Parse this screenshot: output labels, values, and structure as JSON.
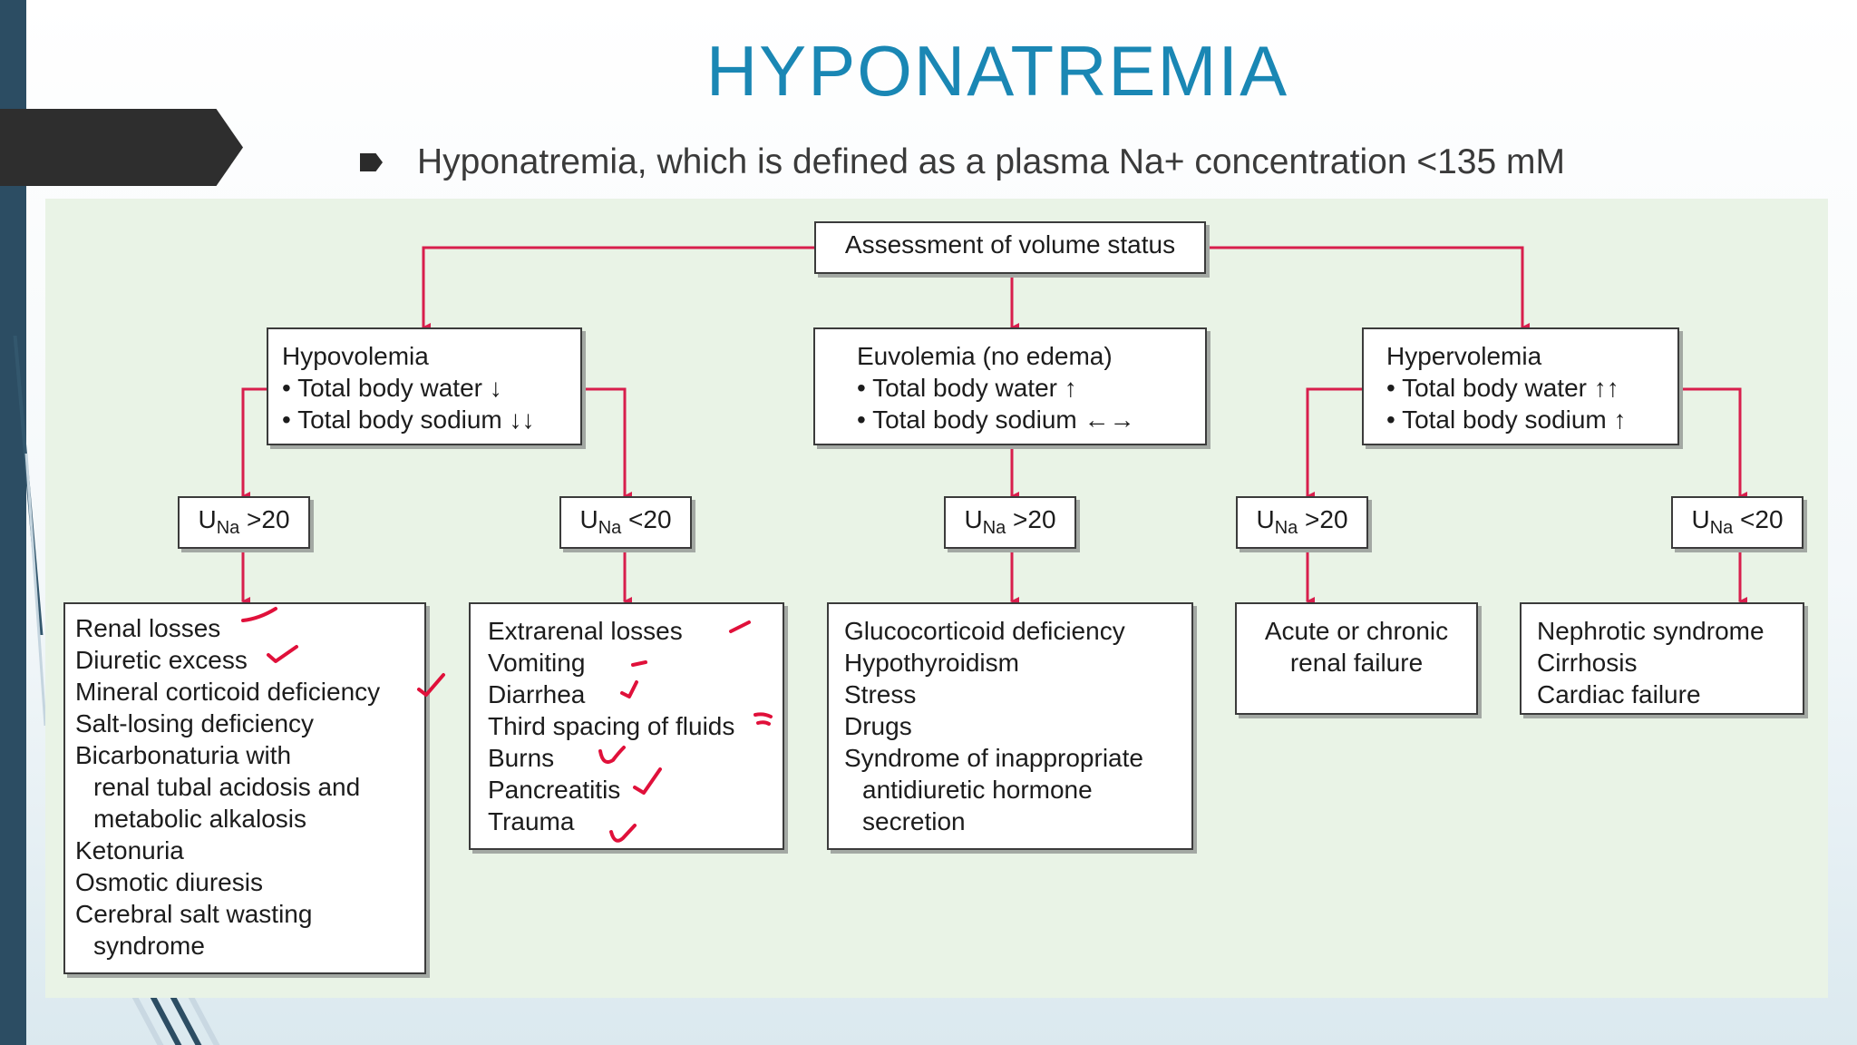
{
  "slide": {
    "title": "HYPONATREMIA",
    "bullet": "Hyponatremia, which is defined as a plasma Na+ concentration <135 mM"
  },
  "diagram": {
    "root": "Assessment of volume status",
    "una_prefix": "U",
    "una_sub": "Na",
    "hypovolemia": {
      "title": "Hypovolemia",
      "lines": [
        "• Total body water ↓",
        "• Total body sodium ↓↓"
      ],
      "una_high": ">20",
      "una_low": "<20",
      "renal_causes": [
        "Renal losses",
        "Diuretic excess",
        "Mineral corticoid deficiency",
        "Salt-losing deficiency",
        "Bicarbonaturia with",
        "renal tubal acidosis and",
        "metabolic alkalosis",
        "Ketonuria",
        "Osmotic diuresis",
        "Cerebral salt wasting",
        "syndrome"
      ],
      "extrarenal_causes": [
        "Extrarenal losses",
        "Vomiting",
        "Diarrhea",
        "Third spacing of fluids",
        "Burns",
        "Pancreatitis",
        "Trauma"
      ]
    },
    "euvolemia": {
      "title": "Euvolemia (no edema)",
      "lines": [
        "• Total body water ↑",
        "• Total body sodium ←→"
      ],
      "una_high": ">20",
      "causes": [
        "Glucocorticoid deficiency",
        "Hypothyroidism",
        "Stress",
        "Drugs",
        "Syndrome of inappropriate",
        "antidiuretic hormone",
        "secretion"
      ]
    },
    "hypervolemia": {
      "title": "Hypervolemia",
      "lines": [
        "• Total body water ↑↑",
        "• Total body sodium ↑"
      ],
      "una_high": ">20",
      "una_low": "<20",
      "renal_causes": [
        "Acute or chronic",
        "renal failure"
      ],
      "other_causes": [
        "Nephrotic syndrome",
        "Cirrhosis",
        "Cardiac failure"
      ]
    }
  },
  "colors": {
    "title": "#1a87b4",
    "connector": "#d81e4c",
    "annotation": "#e0103a",
    "panel": "#e9f3e6",
    "sidebar": "#2c4d63"
  }
}
